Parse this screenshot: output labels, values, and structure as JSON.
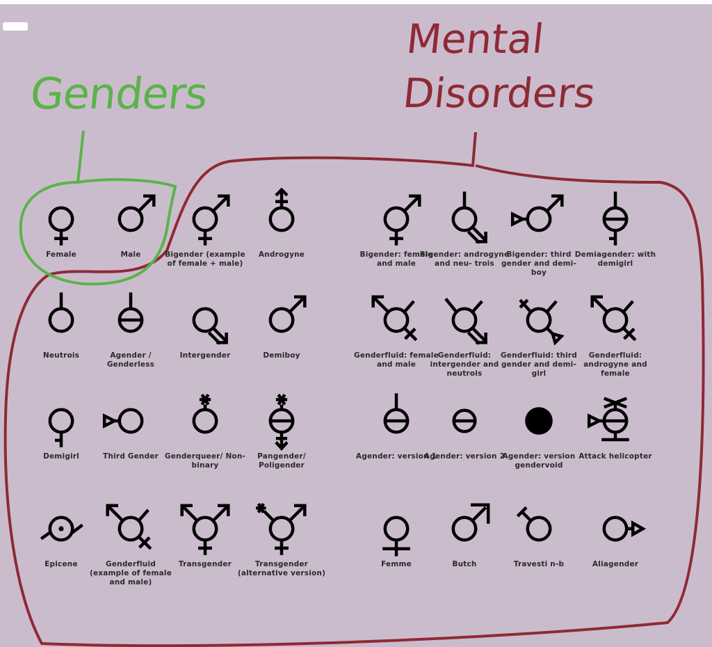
{
  "annotations": {
    "genders_label": "Genders",
    "mental_label_line1": "Mental",
    "mental_label_line2": "Disorders",
    "genders_color": "#5ab34a",
    "mental_color": "#8e2a36"
  },
  "symbols": [
    {
      "label": "Female",
      "icon": "female-symbol-icon",
      "parts": [
        "circle",
        "cross-bottom"
      ]
    },
    {
      "label": "Male",
      "icon": "male-symbol-icon",
      "parts": [
        "circle",
        "arrow-ne"
      ]
    },
    {
      "label": "Bigender (example of female + male)",
      "icon": "bigender-symbol-icon",
      "parts": [
        "circle",
        "cross-bottom",
        "arrow-ne"
      ]
    },
    {
      "label": "Androgyne",
      "icon": "androgyne-symbol-icon",
      "parts": [
        "circle",
        "androgyne-top"
      ]
    },
    {
      "label": "Neutrois",
      "icon": "neutrois-symbol-icon",
      "parts": [
        "circle",
        "stem-top"
      ]
    },
    {
      "label": "Agender / Genderless",
      "icon": "agender-symbol-icon",
      "parts": [
        "circle",
        "bar",
        "stem-top"
      ]
    },
    {
      "label": "Intergender",
      "icon": "intergender-symbol-icon",
      "parts": [
        "circle",
        "double-arrow-se"
      ]
    },
    {
      "label": "Demiboy",
      "icon": "demiboy-symbol-icon",
      "parts": [
        "circle",
        "arrow-ne"
      ]
    },
    {
      "label": "Demigirl",
      "icon": "demigirl-symbol-icon",
      "parts": [
        "circle",
        "half-cross-bottom"
      ]
    },
    {
      "label": "Third Gender",
      "icon": "third-gender-symbol-icon",
      "parts": [
        "circle",
        "triangle-left"
      ]
    },
    {
      "label": "Genderqueer/ Non-binary",
      "icon": "genderqueer-symbol-icon",
      "parts": [
        "circle",
        "asterisk-top"
      ]
    },
    {
      "label": "Pangender/ Poligender",
      "icon": "pangender-symbol-icon",
      "parts": [
        "circle",
        "bar",
        "asterisk-top",
        "arrow-down"
      ]
    },
    {
      "label": "Epicene",
      "icon": "epicene-symbol-icon",
      "parts": [
        "circle",
        "dot",
        "swoosh"
      ]
    },
    {
      "label": "Genderfluid (example of female and male)",
      "icon": "genderfluid-symbol-icon",
      "parts": [
        "circle",
        "arrow-nw",
        "stem-ne",
        "cross-se"
      ]
    },
    {
      "label": "Transgender",
      "icon": "transgender-symbol-icon",
      "parts": [
        "circle",
        "arrow-ne",
        "arrow-nw",
        "cross-bottom"
      ]
    },
    {
      "label": "Transgender (alternative version)",
      "icon": "transgender-alt-symbol-icon",
      "parts": [
        "circle",
        "arrow-ne",
        "asterisk-nw",
        "cross-bottom"
      ]
    },
    {
      "label": "Bigender: female and male",
      "icon": "bigender-female-male-icon",
      "parts": [
        "circle",
        "arrow-ne",
        "cross-bottom"
      ]
    },
    {
      "label": "Bigender: androgyne and neu- trois",
      "icon": "bigender-androgyne-neutrois-icon",
      "parts": [
        "circle",
        "stem-top",
        "double-arrow-se"
      ]
    },
    {
      "label": "Bigender: third gender and demi- boy",
      "icon": "bigender-third-demiboy-icon",
      "parts": [
        "circle",
        "triangle-left",
        "arrow-ne"
      ]
    },
    {
      "label": "Demiagender: with demigirl",
      "icon": "demiagender-icon",
      "parts": [
        "circle",
        "bar",
        "stem-top",
        "half-cross-bottom"
      ]
    },
    {
      "label": "Genderfluid: female and male",
      "icon": "genderfluid-female-male-icon",
      "parts": [
        "circle",
        "arrow-nw",
        "stem-ne",
        "cross-se"
      ]
    },
    {
      "label": "Genderfluid: intergender and neutrois",
      "icon": "genderfluid-intergender-neutrois-icon",
      "parts": [
        "circle",
        "stem-nw",
        "stem-ne",
        "double-arrow-se"
      ]
    },
    {
      "label": "Genderfluid: third gender and demi- girl",
      "icon": "genderfluid-third-demigirl-icon",
      "parts": [
        "circle",
        "half-cross-nw",
        "stem-ne",
        "triangle-se"
      ]
    },
    {
      "label": "Genderfluid: androgyne and female",
      "icon": "genderfluid-androgyne-female-icon",
      "parts": [
        "circle",
        "arrow-nw",
        "stem-ne",
        "cross-se"
      ]
    },
    {
      "label": "Agender: version 1",
      "icon": "agender-v1-icon",
      "parts": [
        "circle",
        "bar",
        "stem-top"
      ]
    },
    {
      "label": "Agender: version 2",
      "icon": "agender-v2-icon",
      "parts": [
        "circle-small",
        "bar"
      ]
    },
    {
      "label": "Agender: version gendervoid",
      "icon": "gendervoid-icon",
      "parts": [
        "filled"
      ]
    },
    {
      "label": "Attack helicopter",
      "icon": "attack-helicopter-icon",
      "parts": [
        "circle",
        "bar",
        "rotor",
        "skid",
        "triangle-left"
      ]
    },
    {
      "label": "Femme",
      "icon": "femme-symbol-icon",
      "parts": [
        "circle",
        "cross-bottom-wide"
      ]
    },
    {
      "label": "Butch",
      "icon": "butch-symbol-icon",
      "parts": [
        "circle",
        "arrow-ne-big"
      ]
    },
    {
      "label": "Travesti n-b",
      "icon": "travesti-symbol-icon",
      "parts": [
        "circle",
        "half-stem-nw"
      ]
    },
    {
      "label": "Aliagender",
      "icon": "aliagender-symbol-icon",
      "parts": [
        "circle",
        "triangle-arrow-right"
      ]
    }
  ]
}
